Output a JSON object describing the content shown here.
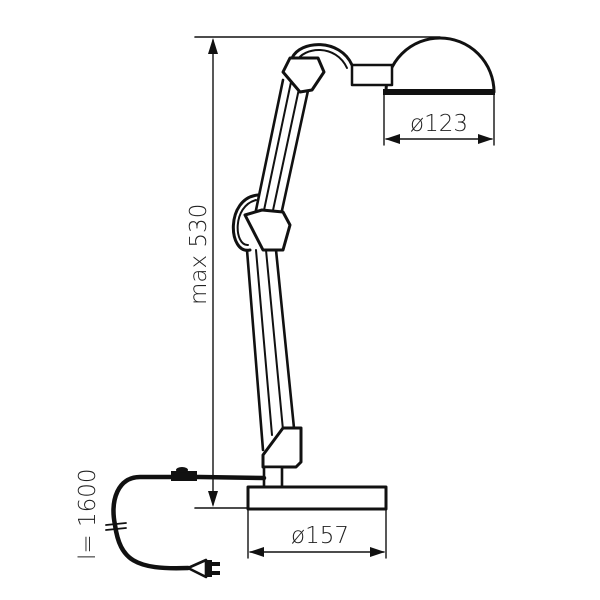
{
  "diagram": {
    "subject": "desk lamp dimension drawing",
    "colors": {
      "line": "#111111",
      "text": "#222222",
      "background": "#ffffff"
    },
    "dimensions": {
      "height": {
        "label": "max 530",
        "orientation": "vertical"
      },
      "shade_diameter": {
        "label": "ø123",
        "orientation": "horizontal"
      },
      "base_diameter": {
        "label": "ø157",
        "orientation": "horizontal"
      },
      "cable_length": {
        "label": "l= 1600",
        "orientation": "vertical"
      }
    },
    "parts": [
      "shade",
      "upper-arm",
      "middle-joint",
      "lower-arm",
      "base",
      "cable",
      "switch",
      "plug"
    ]
  }
}
